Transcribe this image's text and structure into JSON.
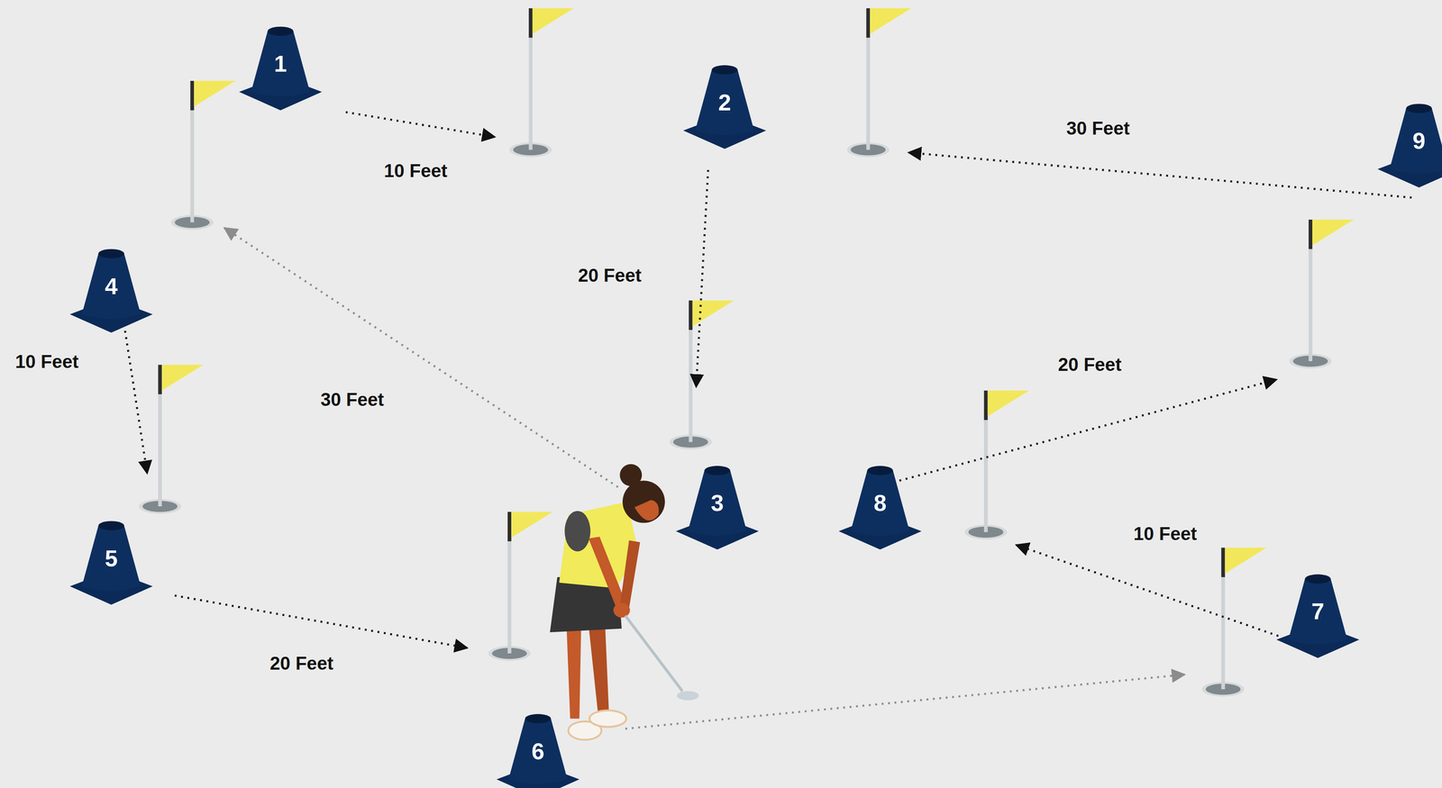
{
  "diagram": {
    "nodes": [
      {
        "text": [
          "1"
        ]
      },
      {
        "text": [
          "2"
        ]
      },
      {
        "text": [
          "3"
        ]
      },
      {
        "text": [
          "4"
        ]
      },
      {
        "text": [
          "5"
        ]
      },
      {
        "text": [
          "6"
        ]
      },
      {
        "text": [
          "7"
        ]
      },
      {
        "text": [
          "8"
        ]
      },
      {
        "text": [
          "9"
        ]
      }
    ],
    "labels": [
      "30 Feet",
      "10 Feet",
      "20 Feet",
      "10 Feet",
      "20 Feet",
      "30 Feet",
      "10 Feet",
      "20 Feet"
    ]
  }
}
